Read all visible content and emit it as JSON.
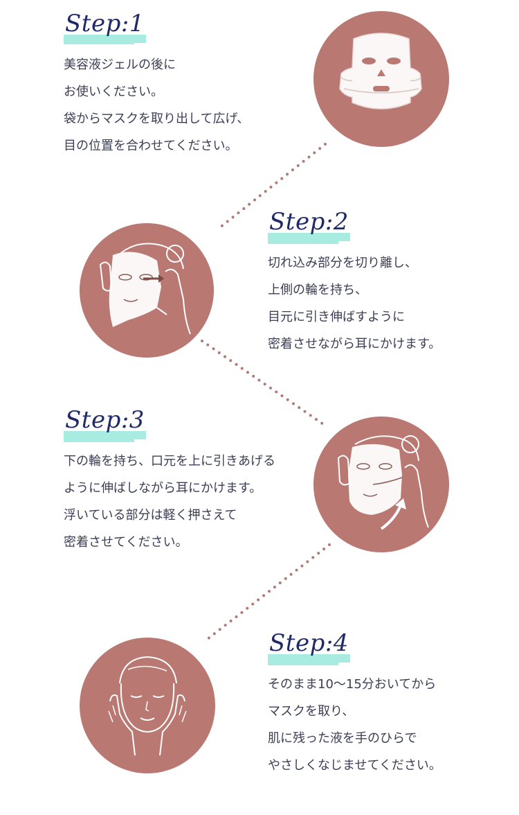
{
  "steps": [
    {
      "title": "Step:1",
      "lines": [
        "美容液ジェルの後に",
        "お使いください。",
        "袋からマスクを取り出して広げ、",
        "目の位置を合わせてください。"
      ]
    },
    {
      "title": "Step:2",
      "lines": [
        "切れ込み部分を切り離し、",
        "上側の輪を持ち、",
        "目元に引き伸ばすように",
        "密着させながら耳にかけます。"
      ]
    },
    {
      "title": "Step:3",
      "lines": [
        "下の輪を持ち、口元を上に引きあげる",
        "ように伸ばしながら耳にかけます。",
        "浮いている部分は軽く押さえて",
        "密着させてください。"
      ]
    },
    {
      "title": "Step:4",
      "lines": [
        "そのまま10〜15分おいてから",
        "マスクを取り、",
        "肌に残った液を手のひらで",
        "やさしくなじませてください。"
      ]
    }
  ],
  "colors": {
    "circle": "#b97872",
    "title": "#1f2a66",
    "highlight": "#a8ebe0",
    "text": "#3b3e55",
    "dots": "#b07a74"
  },
  "icons": {
    "step1": "sheet-mask-icon",
    "step2": "apply-upper-mask-icon",
    "step3": "pull-lower-mask-icon",
    "step4": "face-hands-icon"
  }
}
